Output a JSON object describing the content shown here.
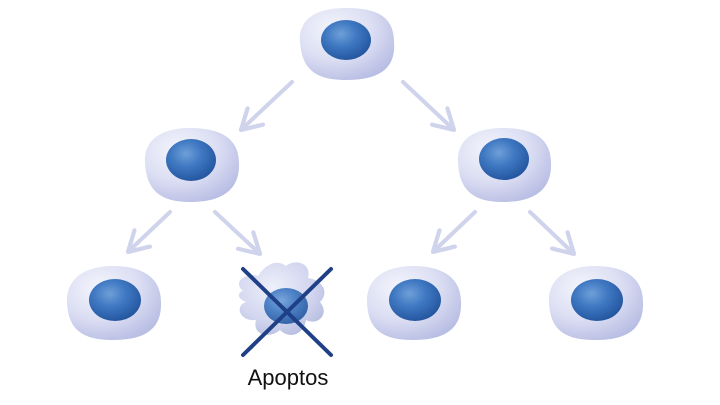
{
  "diagram": {
    "caption": "Apoptos",
    "colors": {
      "cell_body": "#c9cdeb",
      "cell_body_light": "#eceef9",
      "nucleus": "#2a62ad",
      "nucleus_highlight": "#6e9fd8",
      "arrow": "#cfd3ec",
      "cross": "#1f3f86",
      "background": "#ffffff"
    },
    "cells": [
      {
        "id": "parent",
        "generation": 1,
        "state": "healthy"
      },
      {
        "id": "daughter-left",
        "generation": 2,
        "state": "healthy"
      },
      {
        "id": "daughter-right",
        "generation": 2,
        "state": "healthy"
      },
      {
        "id": "grandchild-1",
        "generation": 3,
        "state": "healthy"
      },
      {
        "id": "grandchild-2",
        "generation": 3,
        "state": "apoptotic"
      },
      {
        "id": "grandchild-3",
        "generation": 3,
        "state": "healthy"
      },
      {
        "id": "grandchild-4",
        "generation": 3,
        "state": "healthy"
      }
    ],
    "arrows": [
      {
        "from": "parent",
        "to": "daughter-left"
      },
      {
        "from": "parent",
        "to": "daughter-right"
      },
      {
        "from": "daughter-left",
        "to": "grandchild-1"
      },
      {
        "from": "daughter-left",
        "to": "grandchild-2"
      },
      {
        "from": "daughter-right",
        "to": "grandchild-3"
      },
      {
        "from": "daughter-right",
        "to": "grandchild-4"
      }
    ]
  }
}
